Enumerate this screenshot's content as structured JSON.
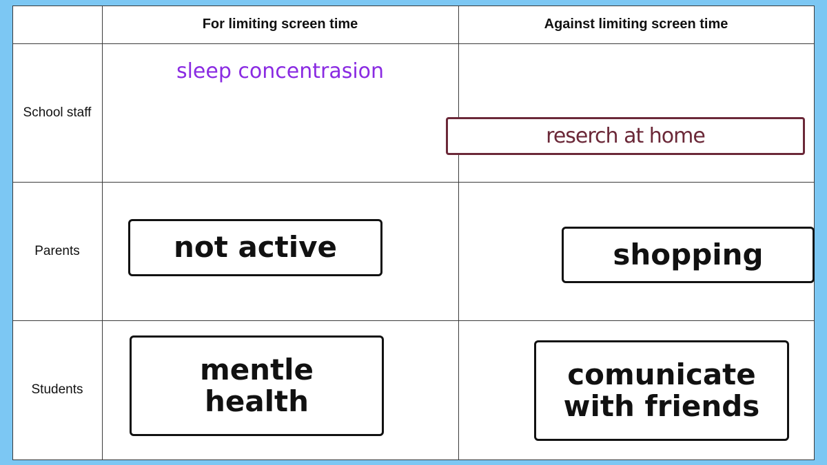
{
  "table": {
    "col_headers": [
      "For limiting screen time",
      "Against limiting screen time"
    ],
    "row_labels": [
      "School staff",
      "Parents",
      "Students"
    ]
  },
  "notes": {
    "school_staff_for": "sleep concentrasion",
    "school_staff_against": "reserch at home",
    "parents_for": "not active",
    "parents_against": "shopping",
    "students_for": "mentle health",
    "students_against": "comunicate with friends"
  },
  "colors": {
    "background": "#7cc7f3",
    "purple_text": "#8a2be2",
    "maroon_box": "#6b2838"
  }
}
